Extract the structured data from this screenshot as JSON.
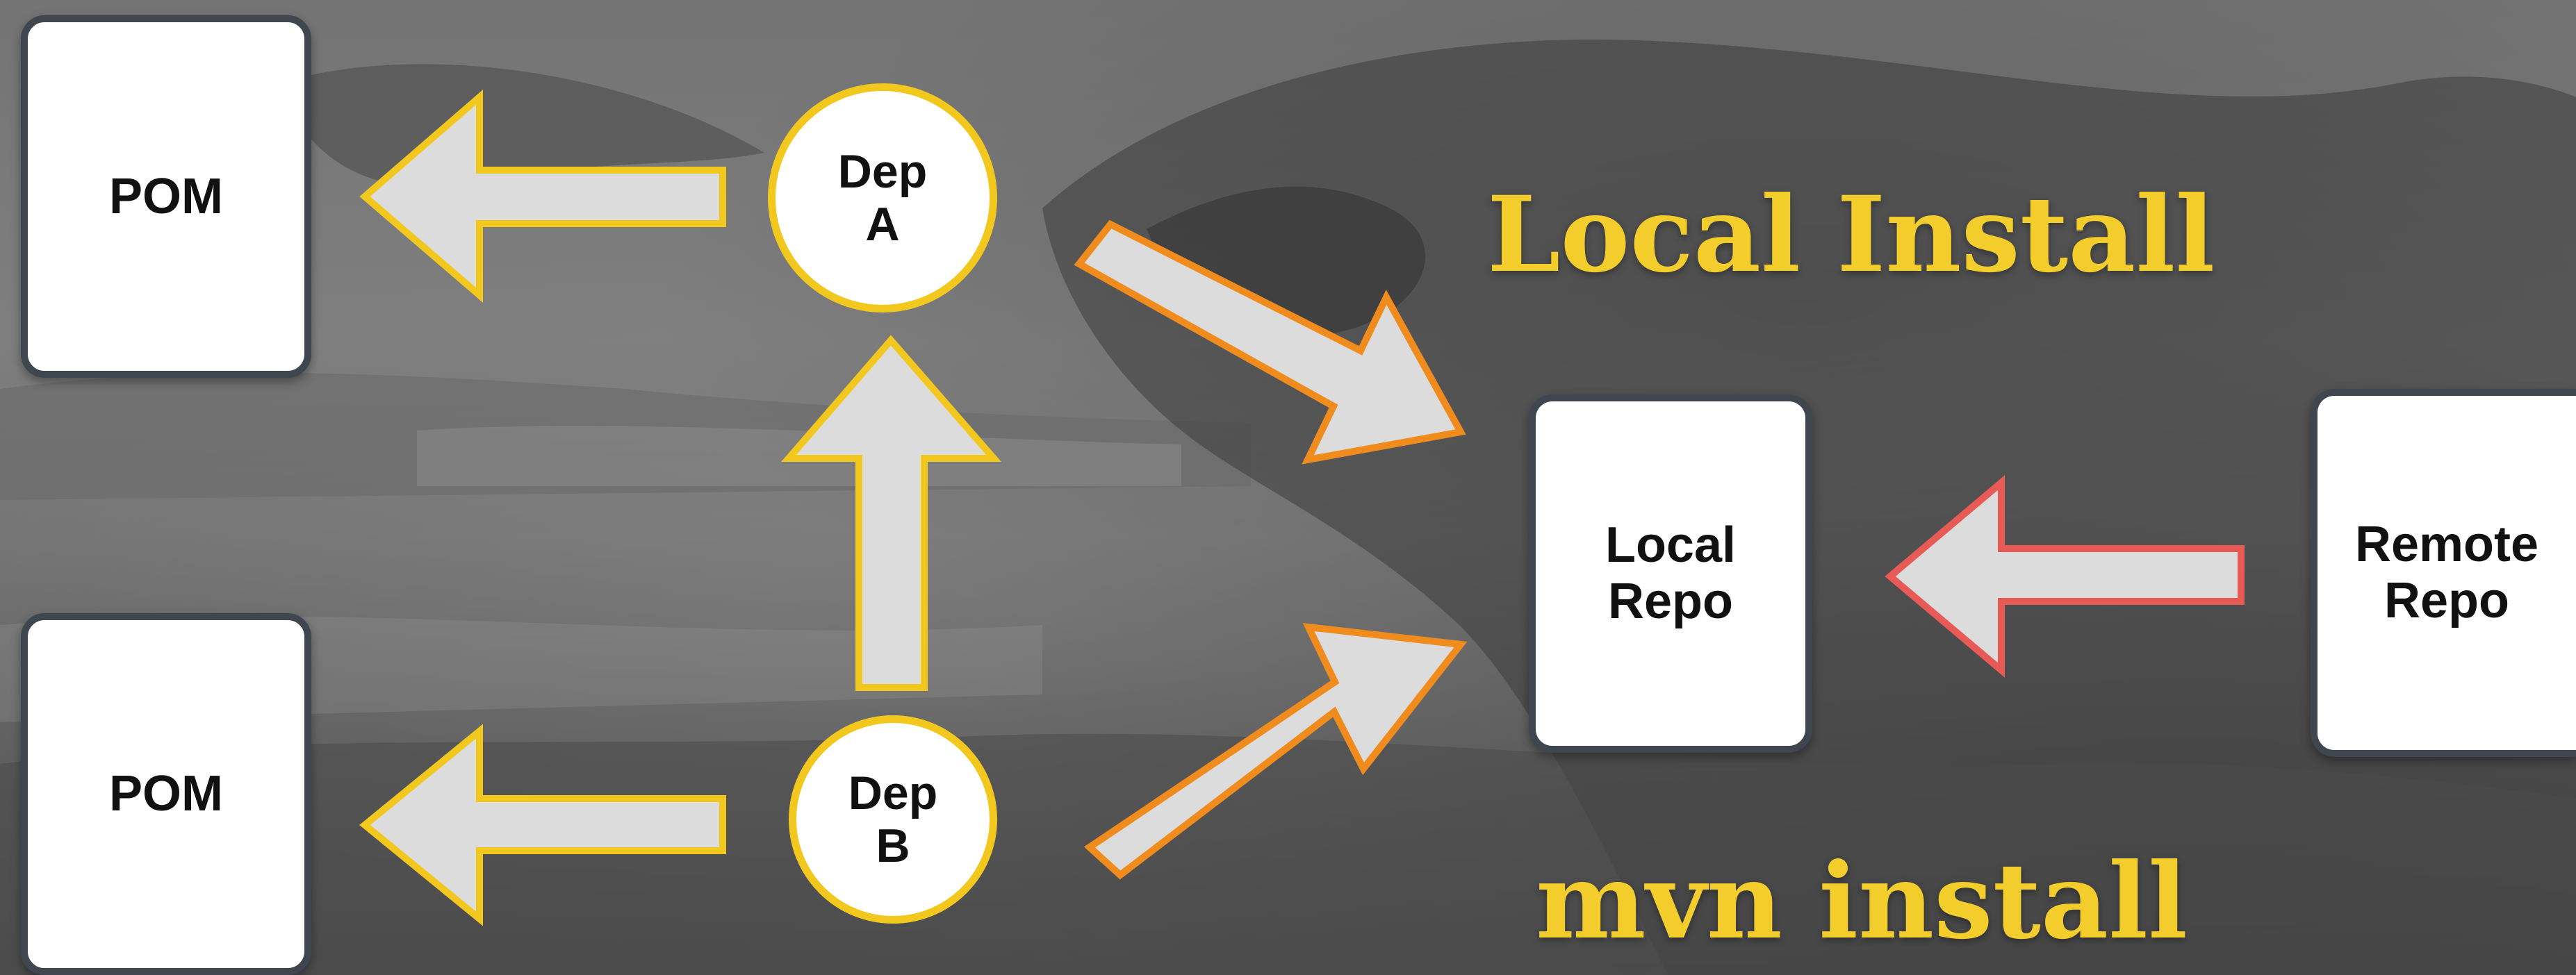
{
  "colors": {
    "yellow": "#f2c81f",
    "orange": "#f08c1e",
    "red": "#e85a55",
    "arrow_fill": "#dcdcdc",
    "box_border": "#3f4650",
    "headline": "#f3cd2b"
  },
  "nodes": {
    "pom_top": "POM",
    "pom_bottom": "POM",
    "dep_a": {
      "line1": "Dep",
      "line2": "A"
    },
    "dep_b": {
      "line1": "Dep",
      "line2": "B"
    },
    "local_repo": {
      "line1": "Local",
      "line2": "Repo"
    },
    "remote_repo": {
      "line1": "Remote",
      "line2": "Repo"
    }
  },
  "headlines": {
    "top": "Local Install",
    "bottom": "mvn install"
  }
}
